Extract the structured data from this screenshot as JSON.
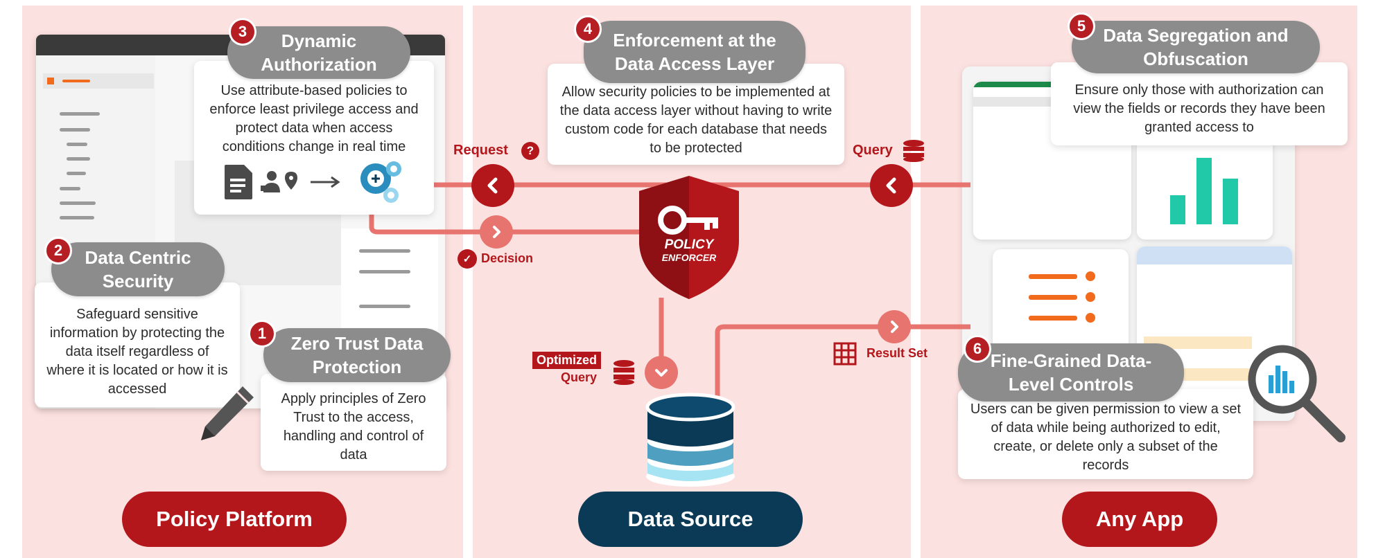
{
  "colors": {
    "accent": "#b3161b",
    "navy": "#0b3a57",
    "panel": "#fbe1df",
    "pill": "#8c8c8c",
    "orange": "#f26b1d",
    "teal": "#21c9a8"
  },
  "sections": {
    "policy_platform": "Policy Platform",
    "data_source": "Data Source",
    "any_app": "Any App"
  },
  "steps": [
    {
      "number": "1",
      "title": "Zero Trust Data Protection",
      "text": "Apply principles of Zero Trust to the access, handling and control of data"
    },
    {
      "number": "2",
      "title": "Data Centric Security",
      "text": "Safeguard sensitive information by protecting the data itself regardless of where it is located or how it is accessed"
    },
    {
      "number": "3",
      "title": "Dynamic Authorization",
      "text": "Use attribute-based policies to enforce least privilege access and protect data when access conditions change in real time"
    },
    {
      "number": "4",
      "title": "Enforcement at the Data Access Layer",
      "text": "Allow security policies to be implemented at the data access layer without having to write custom code for each database that needs to be protected"
    },
    {
      "number": "5",
      "title": "Data Segregation and Obfuscation",
      "text": "Ensure only those with authorization can view the fields or records they have been granted access to"
    },
    {
      "number": "6",
      "title": "Fine-Grained Data-Level Controls",
      "text": "Users can be given permission to view a set of data while being authorized to edit, create, or delete only a subset of the records"
    }
  ],
  "flow": {
    "request": "Request",
    "decision": "Decision",
    "query": "Query",
    "optimized_query_1": "Optimized",
    "optimized_query_2": "Query",
    "result_set": "Result Set"
  },
  "shield": {
    "line1": "POLICY",
    "line2": "ENFORCER"
  },
  "icons": [
    "document-icon",
    "users-location-icon",
    "arrow-right-icon",
    "gears-icon",
    "question-icon",
    "database-icon",
    "decision-icon",
    "table-icon",
    "key-icon",
    "pencil-icon",
    "magnifier-icon"
  ]
}
